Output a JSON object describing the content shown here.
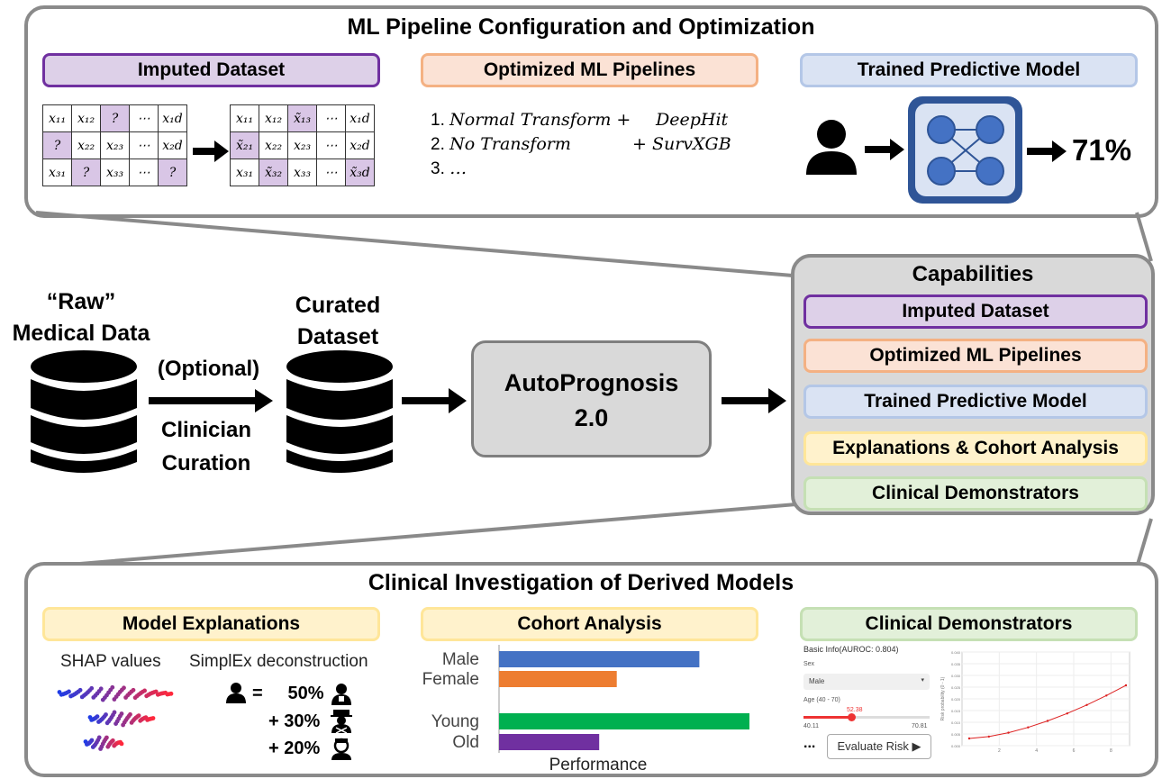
{
  "top": {
    "title": "ML Pipeline Configuration and Optimization",
    "imputed_header": "Imputed Dataset",
    "pipelines_header": "Optimized ML Pipelines",
    "model_header": "Trained Predictive Model",
    "matrix_before": [
      [
        "x₁₁",
        "x₁₂",
        "?",
        "⋯",
        "x₁d"
      ],
      [
        "?",
        "x₂₂",
        "x₂₃",
        "⋯",
        "x₂d"
      ],
      [
        "x₃₁",
        "?",
        "x₃₃",
        "⋯",
        "?"
      ]
    ],
    "matrix_after": [
      [
        "x₁₁",
        "x₁₂",
        "x̃₁₃",
        "⋯",
        "x₁d"
      ],
      [
        "x̃₂₁",
        "x₂₂",
        "x₂₃",
        "⋯",
        "x₂d"
      ],
      [
        "x₃₁",
        "x̃₃₂",
        "x₃₃",
        "⋯",
        "x̃₃d"
      ]
    ],
    "pipelines": [
      {
        "num": "1.",
        "left": "Normal Transform +",
        "right": "DeepHit"
      },
      {
        "num": "2.",
        "left": "No Transform",
        "right": "+ SurvXGB"
      },
      {
        "num": "3.",
        "left": "…",
        "right": ""
      }
    ],
    "prediction": "71%"
  },
  "middle": {
    "raw_label_1": "“Raw”",
    "raw_label_2": "Medical Data",
    "optional": "(Optional)",
    "clinician_1": "Clinician",
    "clinician_2": "Curation",
    "curated_1": "Curated",
    "curated_2": "Dataset",
    "autoprognosis_1": "AutoPrognosis",
    "autoprognosis_2": "2.0"
  },
  "capabilities": {
    "title": "Capabilities",
    "items": [
      "Imputed Dataset",
      "Optimized ML Pipelines",
      "Trained Predictive Model",
      "Explanations & Cohort Analysis",
      "Clinical Demonstrators"
    ]
  },
  "bottom": {
    "title": "Clinical Investigation of Derived Models",
    "explanations_header": "Model Explanations",
    "cohort_header": "Cohort Analysis",
    "demo_header": "Clinical Demonstrators",
    "shap_label": "SHAP values",
    "simplex_label": "SimplEx deconstruction",
    "simplex_rows": [
      "=     50%",
      "+ 30%",
      "+ 20%"
    ],
    "cohort_labels": [
      "Male",
      "Female",
      "Young",
      "Old"
    ],
    "cohort_xlabel": "Performance",
    "demo": {
      "basic_info": "Basic Info(AUROC: 0.804)",
      "sex_label": "Sex",
      "sex_value": "Male",
      "age_label": "Age (40 - 70)",
      "age_value": "52.38",
      "age_min": "40.11",
      "age_max": "70.81",
      "ellipsis": "...",
      "evaluate": "Evaluate Risk ▶",
      "ylabel": "Risk probability (0 - 1)",
      "yticks": [
        "0.040",
        "0.035",
        "0.030",
        "0.025",
        "0.020",
        "0.015",
        "0.010",
        "0.005",
        "0.000"
      ],
      "xticks": [
        "2",
        "4",
        "6",
        "8"
      ]
    }
  },
  "chart_data": {
    "type": "bar",
    "categories": [
      "Male",
      "Female",
      "Young",
      "Old"
    ],
    "values": [
      0.8,
      0.47,
      1.0,
      0.4
    ],
    "xlabel": "Performance",
    "colors": [
      "#4472c4",
      "#ed7d31",
      "#00b050",
      "#7030a0"
    ]
  }
}
